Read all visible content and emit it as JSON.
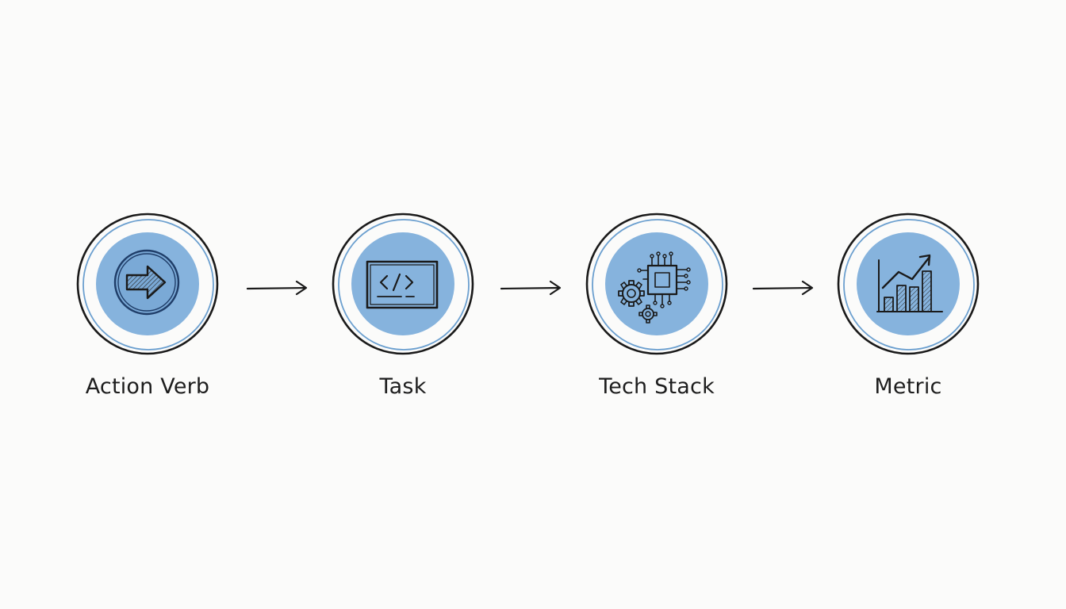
{
  "diagram": {
    "steps": [
      {
        "label": "Action Verb",
        "icon": "arrow-right-icon"
      },
      {
        "label": "Task",
        "icon": "code-window-icon"
      },
      {
        "label": "Tech Stack",
        "icon": "chip-gears-icon"
      },
      {
        "label": "Metric",
        "icon": "bar-chart-trend-icon"
      }
    ],
    "colors": {
      "circle_fill": "#86b3dd",
      "ring_outline": "#1a1a1a",
      "ring_accent": "#6b9fcf",
      "arrow": "#1a1a1a",
      "text": "#1d1d1d",
      "background": "#fbfbfa"
    }
  }
}
